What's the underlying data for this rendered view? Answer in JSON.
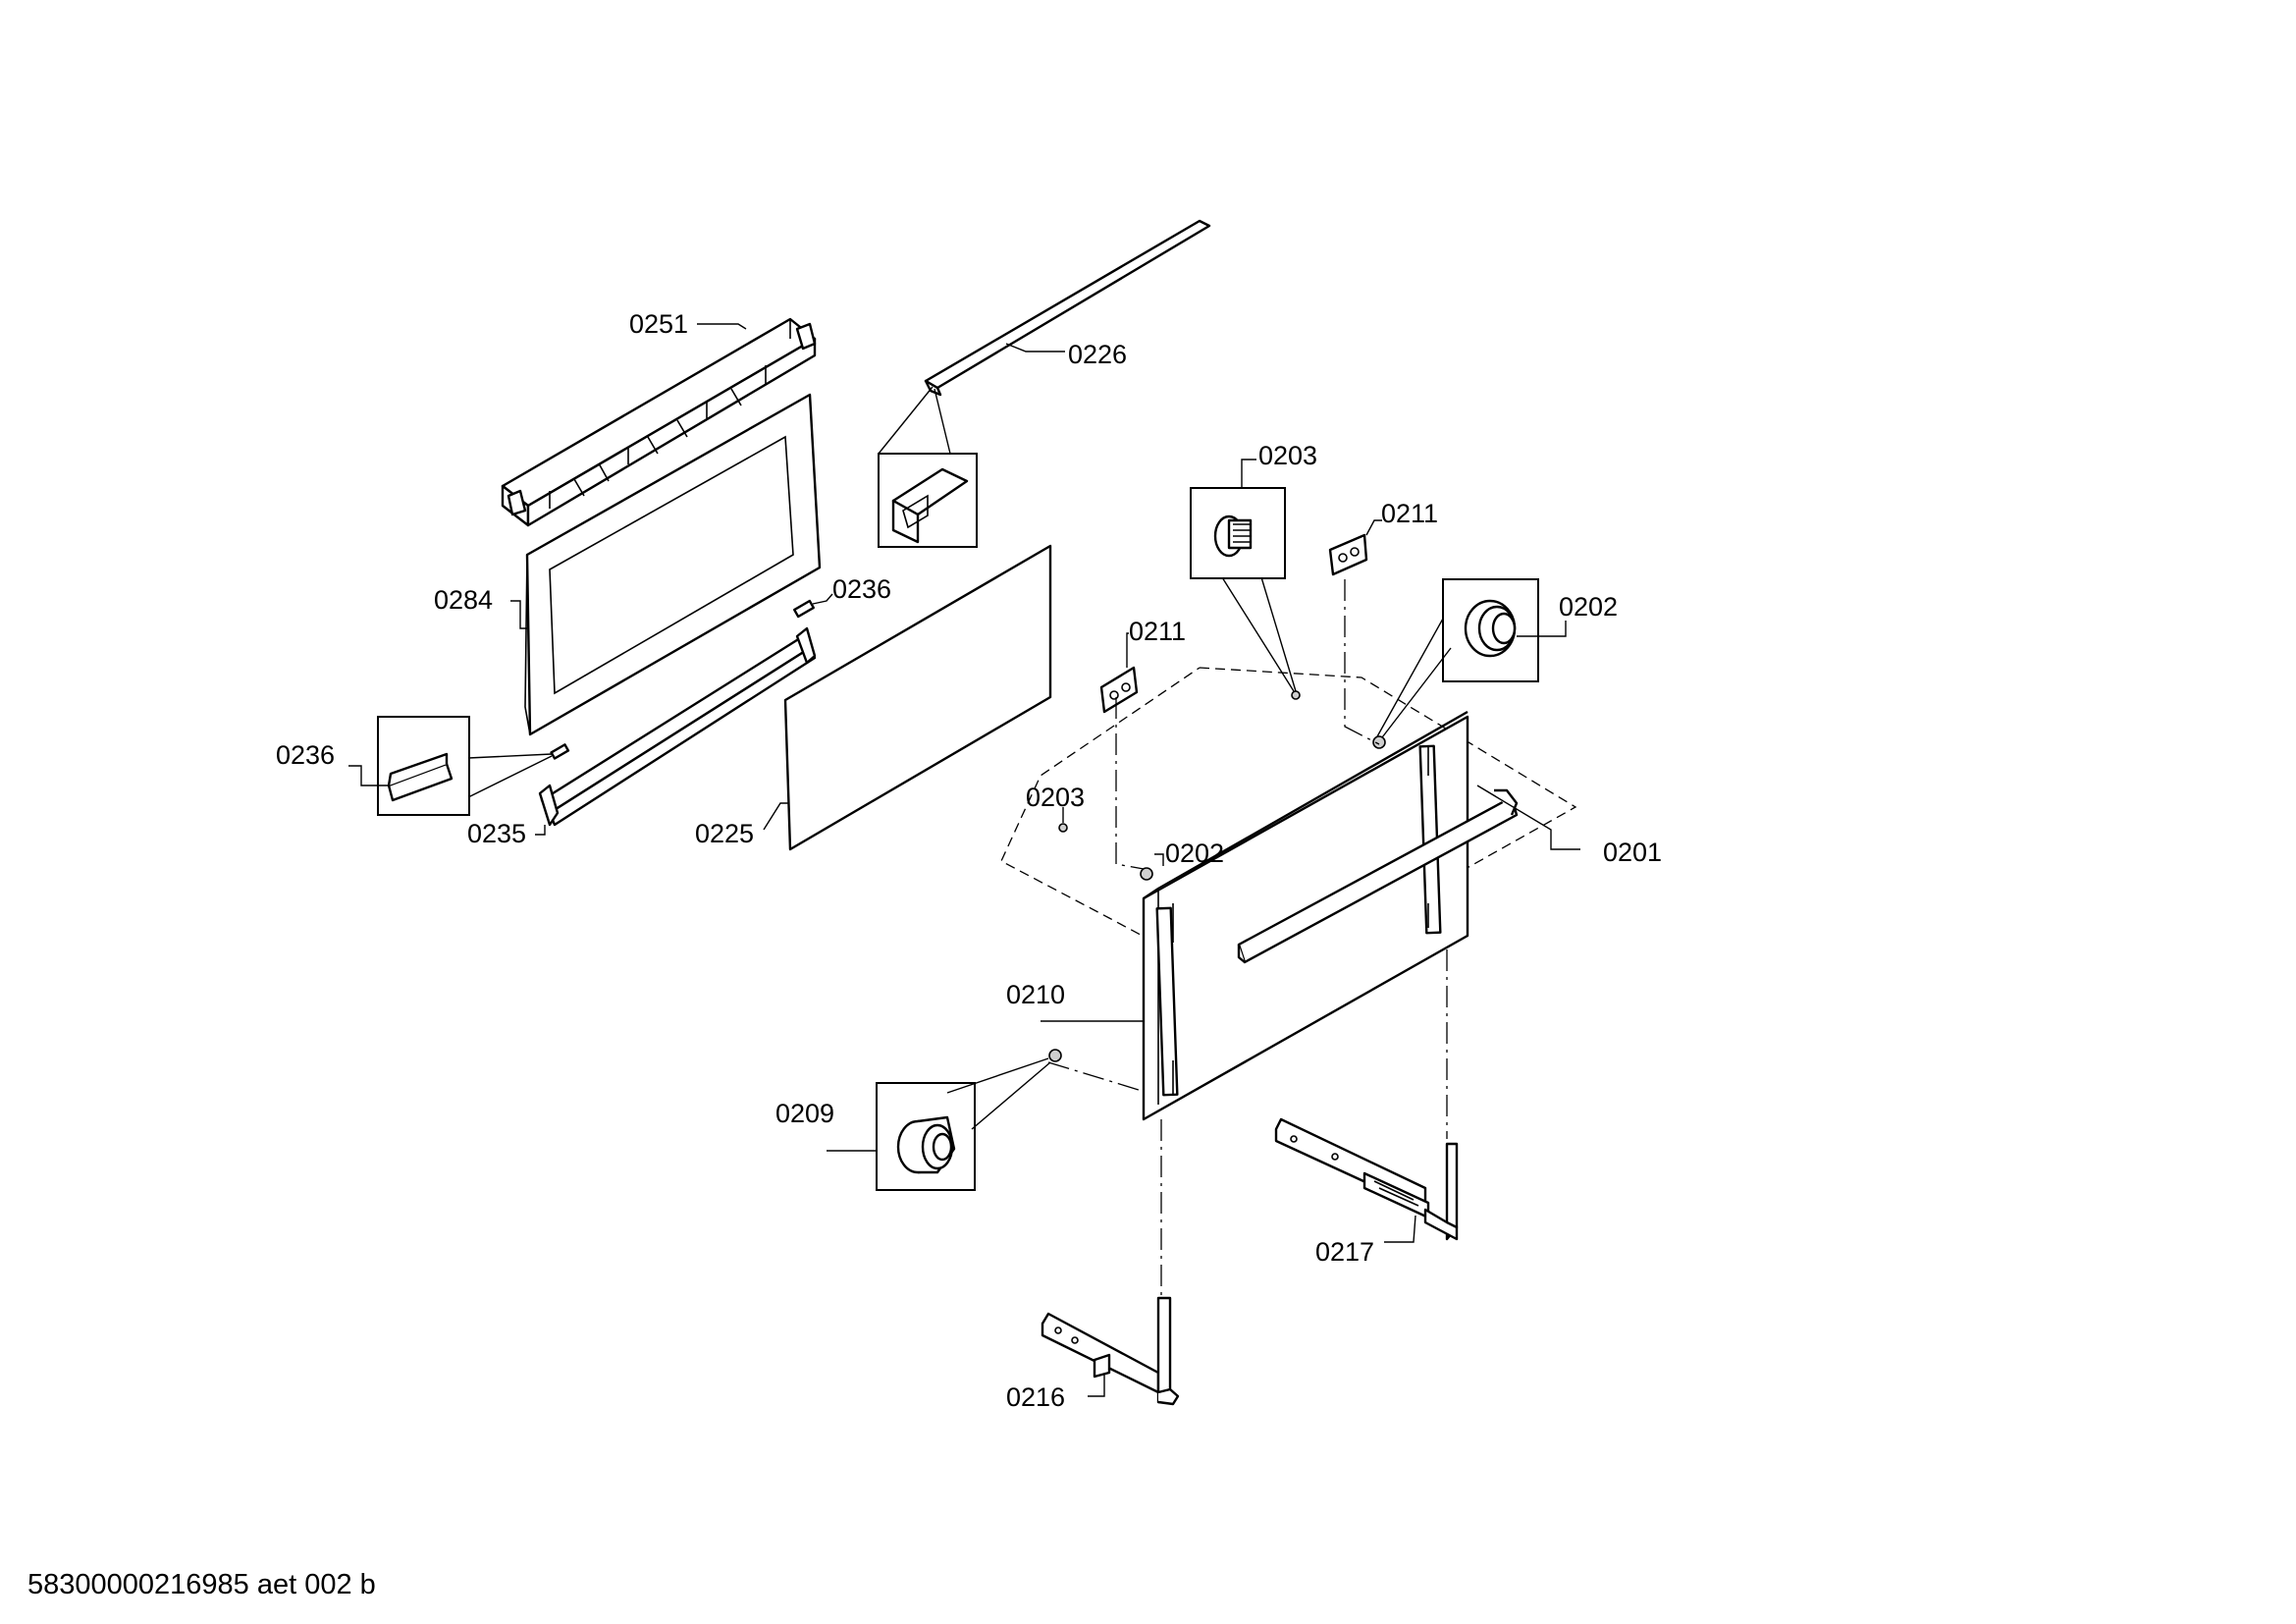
{
  "labels": {
    "p0251": "0251",
    "p0226": "0226",
    "p0284": "0284",
    "p0236a": "0236",
    "p0236b": "0236",
    "p0235": "0235",
    "p0225": "0225",
    "p0203a": "0203",
    "p0211a": "0211",
    "p0202a": "0202",
    "p0211b": "0211",
    "p0203b": "0203",
    "p0202b": "0202",
    "p0201": "0201",
    "p0210": "0210",
    "p0209": "0209",
    "p0217": "0217",
    "p0216": "0216"
  },
  "footer": {
    "doc_number": "58300000216985 aet 002 b"
  }
}
